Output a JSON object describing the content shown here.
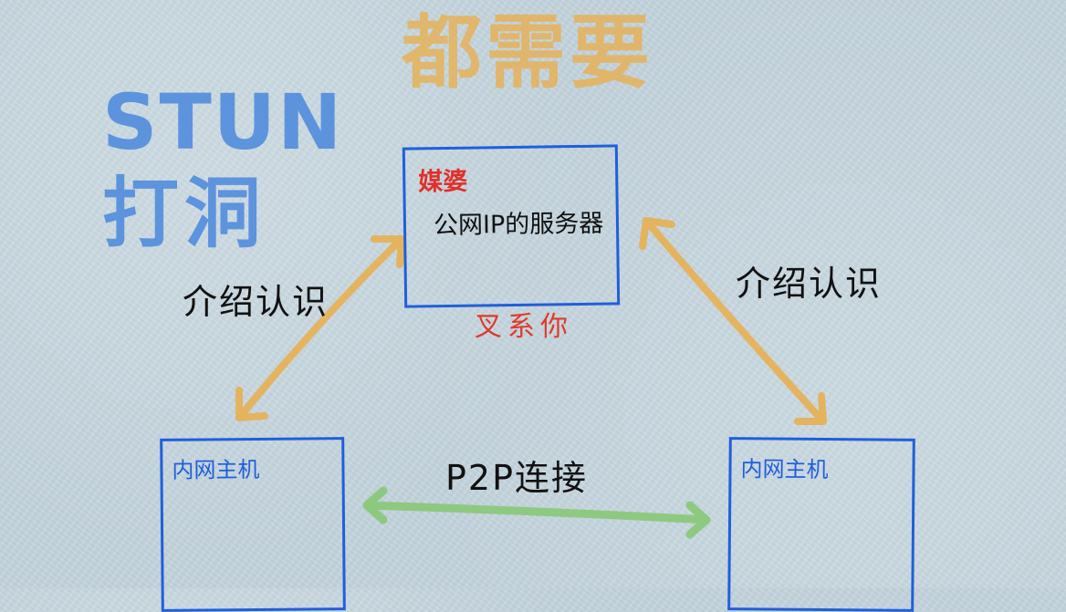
{
  "title": "都需要",
  "stun_label": {
    "line1": "STUN",
    "line2": "打洞"
  },
  "server_box": {
    "label": "媒婆",
    "description": "公网IP的服务器"
  },
  "server_caption": "叉系你",
  "intro_left": "介绍认识",
  "intro_right": "介绍认识",
  "host_left": {
    "label": "内网主机"
  },
  "host_right": {
    "label": "内网主机"
  },
  "p2p_label": "P2P连接",
  "colors": {
    "title_orange": "#e8b052",
    "stun_blue": "#4a88dd",
    "box_blue": "#1f5fdc",
    "accent_red": "#e0302a",
    "arrow_orange": "#e8b052",
    "arrow_green": "#88c878",
    "text_black": "#111111",
    "background": "#c4d4dd"
  }
}
